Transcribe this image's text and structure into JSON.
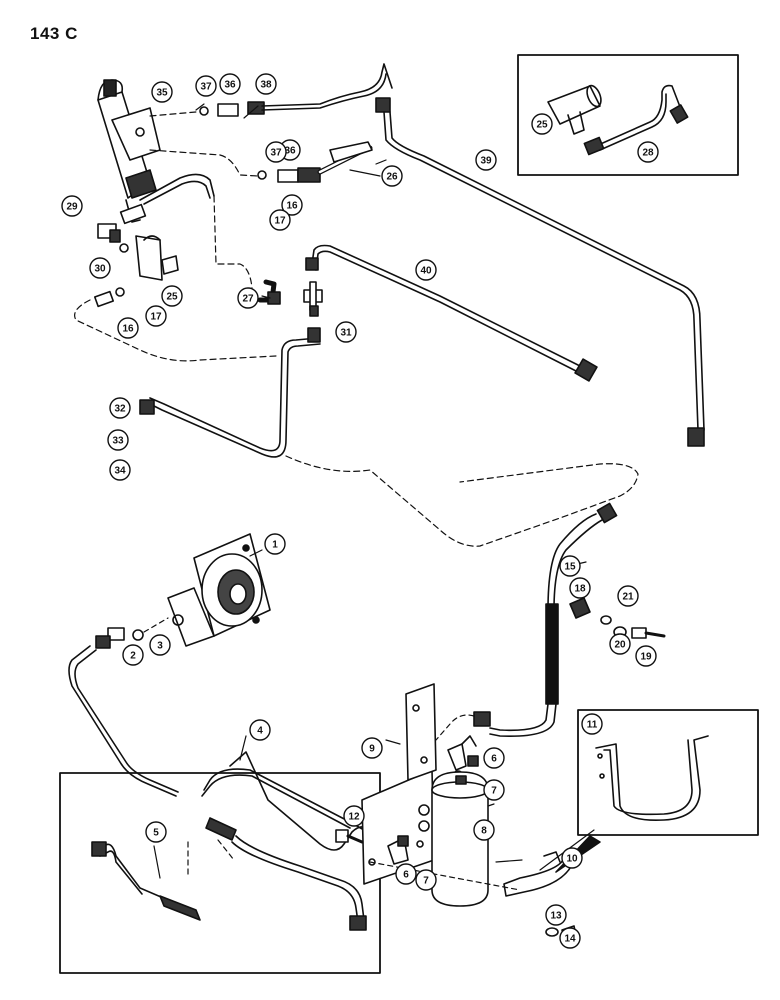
{
  "page": {
    "number": "143 C"
  },
  "callouts": [
    {
      "label": "1"
    },
    {
      "label": "2"
    },
    {
      "label": "3"
    },
    {
      "label": "4"
    },
    {
      "label": "5"
    },
    {
      "label": "6"
    },
    {
      "label": "6"
    },
    {
      "label": "7"
    },
    {
      "label": "7"
    },
    {
      "label": "8"
    },
    {
      "label": "9"
    },
    {
      "label": "10"
    },
    {
      "label": "11"
    },
    {
      "label": "12"
    },
    {
      "label": "13"
    },
    {
      "label": "14"
    },
    {
      "label": "15"
    },
    {
      "label": "16"
    },
    {
      "label": "16"
    },
    {
      "label": "17"
    },
    {
      "label": "17"
    },
    {
      "label": "18"
    },
    {
      "label": "19"
    },
    {
      "label": "20"
    },
    {
      "label": "21"
    },
    {
      "label": "25"
    },
    {
      "label": "25"
    },
    {
      "label": "26"
    },
    {
      "label": "27"
    },
    {
      "label": "28"
    },
    {
      "label": "29"
    },
    {
      "label": "30"
    },
    {
      "label": "31"
    },
    {
      "label": "32"
    },
    {
      "label": "33"
    },
    {
      "label": "34"
    },
    {
      "label": "35"
    },
    {
      "label": "36"
    },
    {
      "label": "36"
    },
    {
      "label": "37"
    },
    {
      "label": "37"
    },
    {
      "label": "38"
    },
    {
      "label": "39"
    },
    {
      "label": "40"
    }
  ]
}
